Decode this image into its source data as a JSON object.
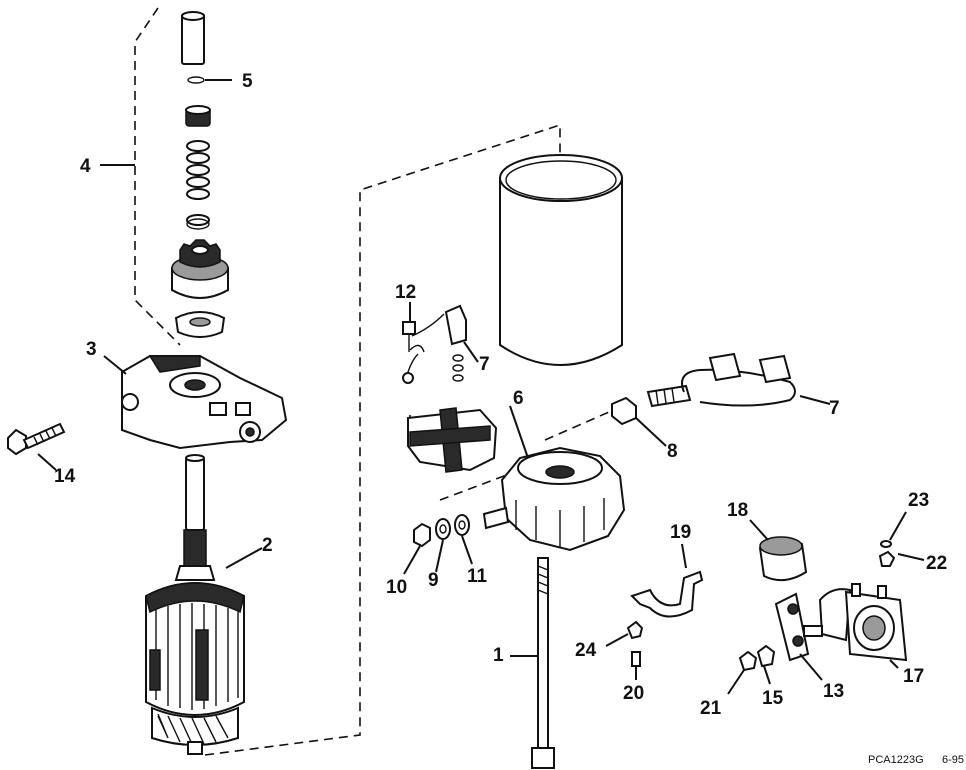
{
  "callouts": [
    {
      "id": "1",
      "text": "1"
    },
    {
      "id": "2",
      "text": "2"
    },
    {
      "id": "3",
      "text": "3"
    },
    {
      "id": "4",
      "text": "4"
    },
    {
      "id": "5",
      "text": "5"
    },
    {
      "id": "6",
      "text": "6"
    },
    {
      "id": "7a",
      "text": "7"
    },
    {
      "id": "7b",
      "text": "7"
    },
    {
      "id": "8",
      "text": "8"
    },
    {
      "id": "9",
      "text": "9"
    },
    {
      "id": "10",
      "text": "10"
    },
    {
      "id": "11",
      "text": "11"
    },
    {
      "id": "12",
      "text": "12"
    },
    {
      "id": "13",
      "text": "13"
    },
    {
      "id": "14",
      "text": "14"
    },
    {
      "id": "15",
      "text": "15"
    },
    {
      "id": "17",
      "text": "17"
    },
    {
      "id": "18",
      "text": "18"
    },
    {
      "id": "19",
      "text": "19"
    },
    {
      "id": "20",
      "text": "20"
    },
    {
      "id": "21",
      "text": "21"
    },
    {
      "id": "22",
      "text": "22"
    },
    {
      "id": "23",
      "text": "23"
    },
    {
      "id": "24",
      "text": "24"
    }
  ],
  "footer": {
    "code": "PCA1223G",
    "date": "6-95"
  }
}
